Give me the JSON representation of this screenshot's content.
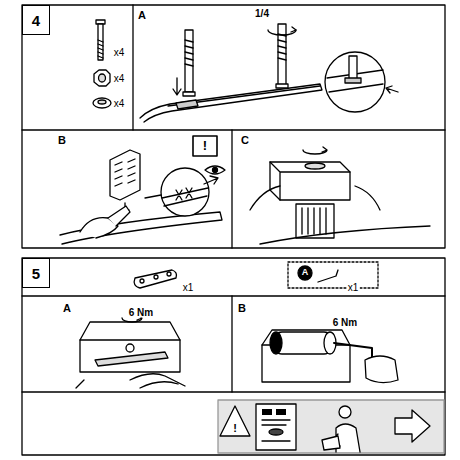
{
  "diagram": {
    "nodes": [
      {
        "text": [
          "4"
        ]
      },
      {
        "text": [
          "5"
        ]
      }
    ],
    "labels": [
      "x4",
      "x4",
      "x4",
      "A",
      "1/4",
      "B",
      "!",
      "C",
      "x1",
      "A",
      "6 Nm",
      "B",
      "A",
      "x1",
      "6 Nm",
      "!"
    ]
  }
}
